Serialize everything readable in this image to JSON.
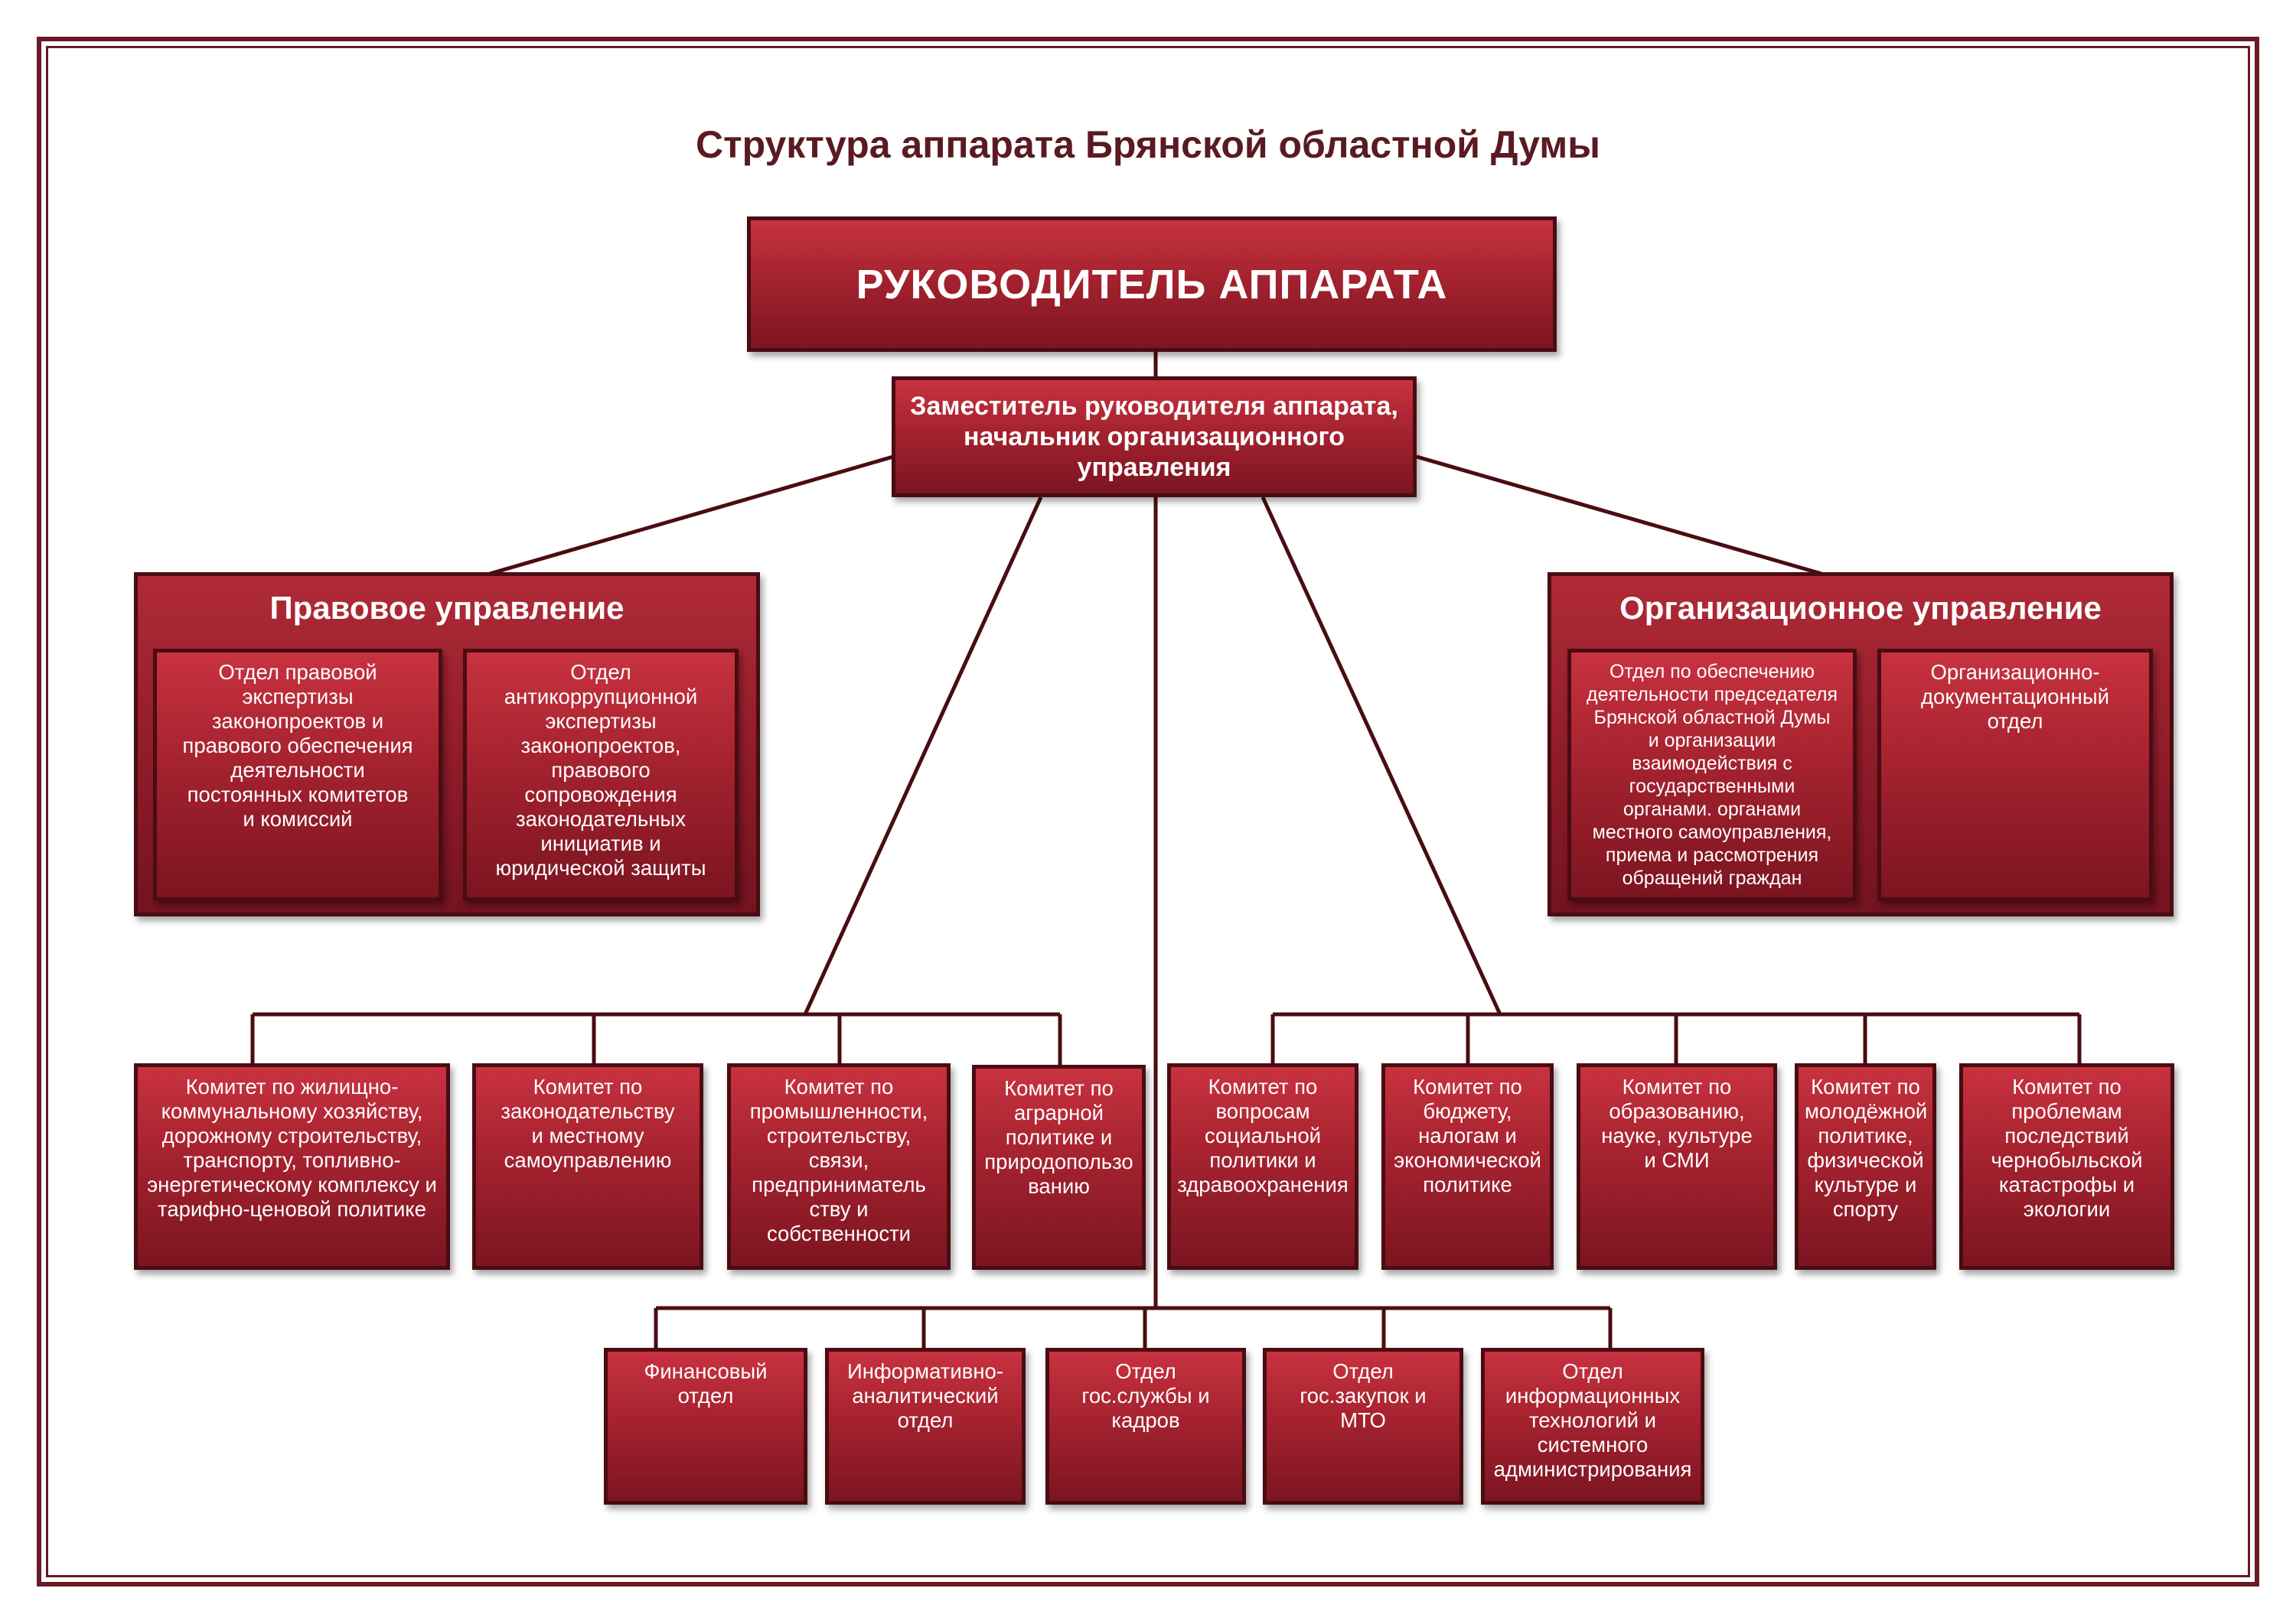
{
  "title": "Структура аппарата Брянской областной Думы",
  "head": "РУКОВОДИТЕЛЬ АППАРАТА",
  "deputy": "Заместитель руководителя аппарата, начальник организационного управления",
  "legal": {
    "title": "Правовое управление",
    "depts": [
      "Отдел правовой\nэкспертизы\nзаконопроектов и\nправового обеспечения\nдеятельности\nпостоянных комитетов\nи комиссий",
      "Отдел\nантикоррупционной\nэкспертизы\nзаконопроектов,\nправового\nсопровождения\nзаконодательных\nинициатив и\nюридической защиты"
    ]
  },
  "org": {
    "title": "Организационное управление",
    "depts": [
      "Отдел по обеспечению\nдеятельности председателя\nБрянской областной Думы\nи организации\nвзаимодействия с\nгосударственными\nорганами. органами\nместного самоуправления,\nприема и рассмотрения\nобращений граждан",
      "Организационно-\nдокументационный\nотдел"
    ]
  },
  "committees_left": [
    "Комитет по жилищно-\nкоммунальному хозяйству,\nдорожному строительству,\nтранспорту, топливно-\nэнергетическому комплексу и\nтарифно-ценовой политике",
    "Комитет по\nзаконодательству\nи местному\nсамоуправлению",
    "Комитет по\nпромышленности,\nстроительству,\nсвязи,\nпредприниматель\nству и\nсобственности",
    "Комитет по\nаграрной\nполитике и\nприродопользо\nванию"
  ],
  "committees_right": [
    "Комитет по\nвопросам\nсоциальной\nполитики и\nздравоохранения",
    "Комитет по\nбюджету,\nналогам и\nэкономической\nполитике",
    "Комитет по\nобразованию,\nнауке, культуре\nи СМИ",
    "Комитет по\nмолодёжной\nполитике,\nфизической\nкультуре и\nспорту",
    "Комитет по\nпроблемам\nпоследствий\nчернобыльской\nкатастрофы и\nэкологии"
  ],
  "departments": [
    "Финансовый\nотдел",
    "Информативно-\nаналитический\nотдел",
    "Отдел\nгос.службы и\nкадров",
    "Отдел\nгос.закупок и\nМТО",
    "Отдел\nинформационных\nтехнологий и\nсистемного\nадминистрирования"
  ],
  "colors": {
    "frame": "#6a1a24",
    "box_top": "#c8323f",
    "box_bottom": "#7b1520",
    "border": "#4a0c12",
    "title": "#5a1a22"
  }
}
